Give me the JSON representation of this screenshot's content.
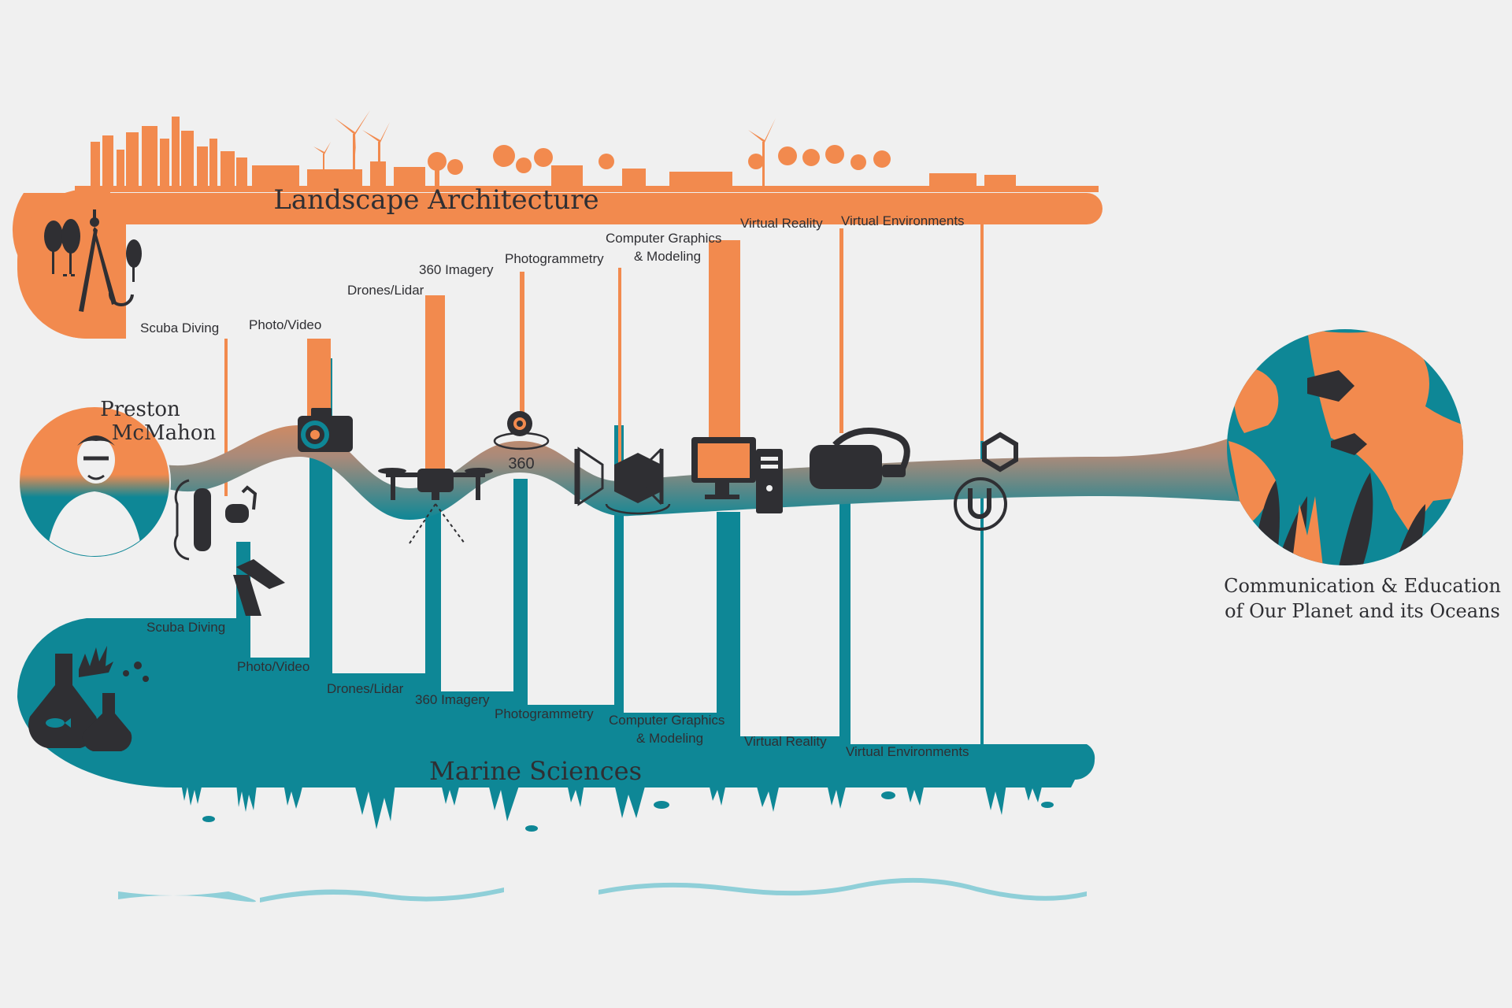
{
  "titles": {
    "top": "Landscape Architecture",
    "bottom": "Marine Sciences",
    "person_line1": "Preston",
    "person_line2": "McMahon",
    "goal_line1": "Communication & Education",
    "goal_line2": "of Our Planet and its Oceans"
  },
  "skills": [
    {
      "id": "scuba",
      "label": "Scuba Diving",
      "icon": "scuba-gear-icon"
    },
    {
      "id": "photo",
      "label": "Photo/Video",
      "icon": "camera-icon"
    },
    {
      "id": "drone",
      "label": "Drones/Lidar",
      "icon": "drone-icon"
    },
    {
      "id": "imagery360",
      "label": "360 Imagery",
      "icon": "camera-360-icon",
      "icon_text": "360"
    },
    {
      "id": "photogrammetry",
      "label": "Photogrammetry",
      "icon": "cube-icon"
    },
    {
      "id": "cg",
      "label_line1": "Computer Graphics",
      "label_line2": "& Modeling",
      "icon": "desktop-computer-icon"
    },
    {
      "id": "vr",
      "label": "Virtual Reality",
      "icon": "vr-headset-icon"
    },
    {
      "id": "venv",
      "label": "Virtual Environments",
      "icon": "game-engine-icon"
    }
  ],
  "colors": {
    "orange": "#f28a4e",
    "teal": "#0e8796",
    "dark": "#2f2f33",
    "wave": "#8fcfd8",
    "background": "#f0f0f0"
  }
}
